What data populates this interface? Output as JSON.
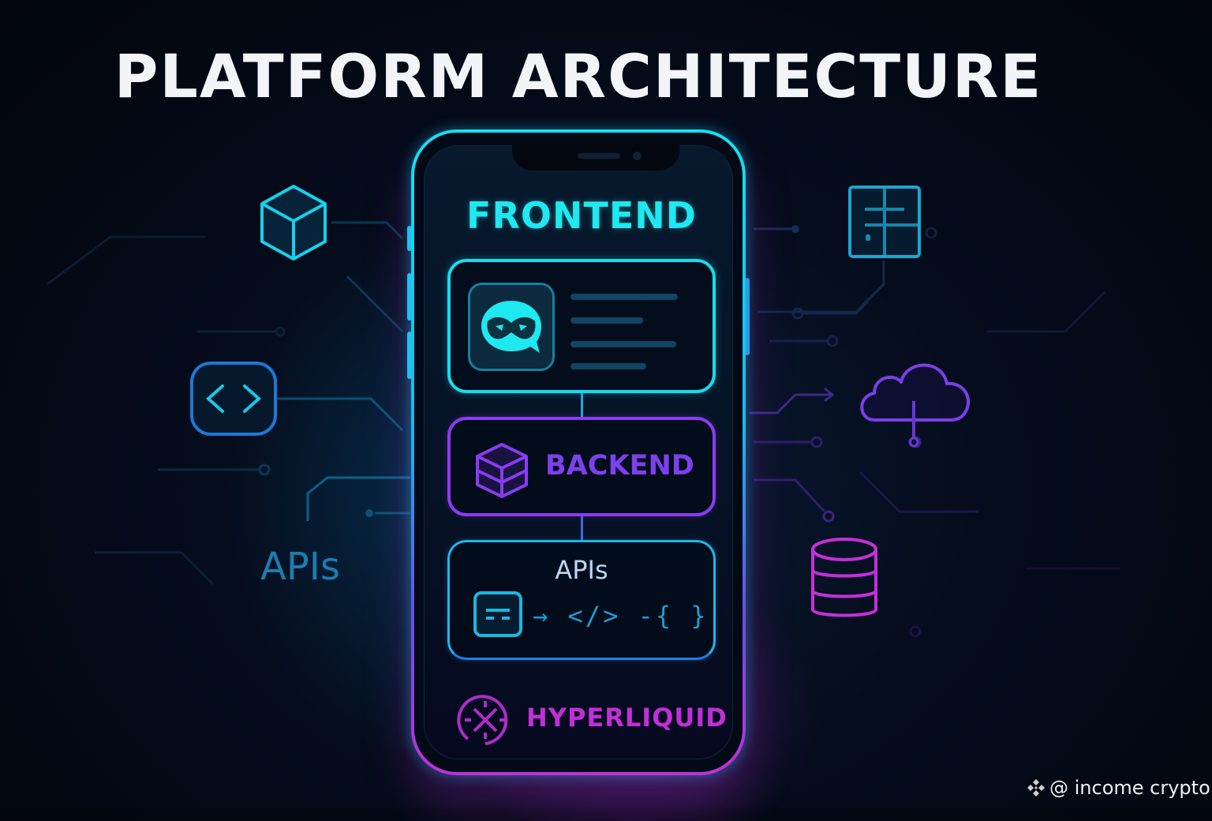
{
  "title": "PLATFORM ARCHITECTURE",
  "phone": {
    "layers": {
      "frontend": {
        "label": "FRONTEND",
        "icon": "masked-chat-icon",
        "color": "#1ee8f0"
      },
      "backend": {
        "label": "BACKEND",
        "icon": "stacked-box-icon",
        "color": "#7e40ee"
      },
      "apis": {
        "label": "APIs",
        "flow": "→ </> -{ }",
        "icons": [
          "document-icon",
          "arrow-right-icon",
          "code-tag-icon",
          "curly-braces-icon"
        ],
        "color": "#1fb6e8"
      },
      "hyperliquid": {
        "label": "HYPERLIQUID",
        "icon": "hyperliquid-logo-icon",
        "color": "#c12fd6"
      }
    }
  },
  "side_icons": {
    "left": [
      "cube-icon",
      "code-brackets-icon"
    ],
    "right": [
      "server-grid-icon",
      "cloud-icon",
      "database-icon"
    ]
  },
  "side_label": "APIs",
  "watermark": {
    "text": "@ income crypto",
    "icon": "binance-logo-icon"
  },
  "colors": {
    "background": "#02050d",
    "cyan": "#17dcee",
    "purple": "#8a3cf0",
    "magenta": "#c031d8"
  }
}
